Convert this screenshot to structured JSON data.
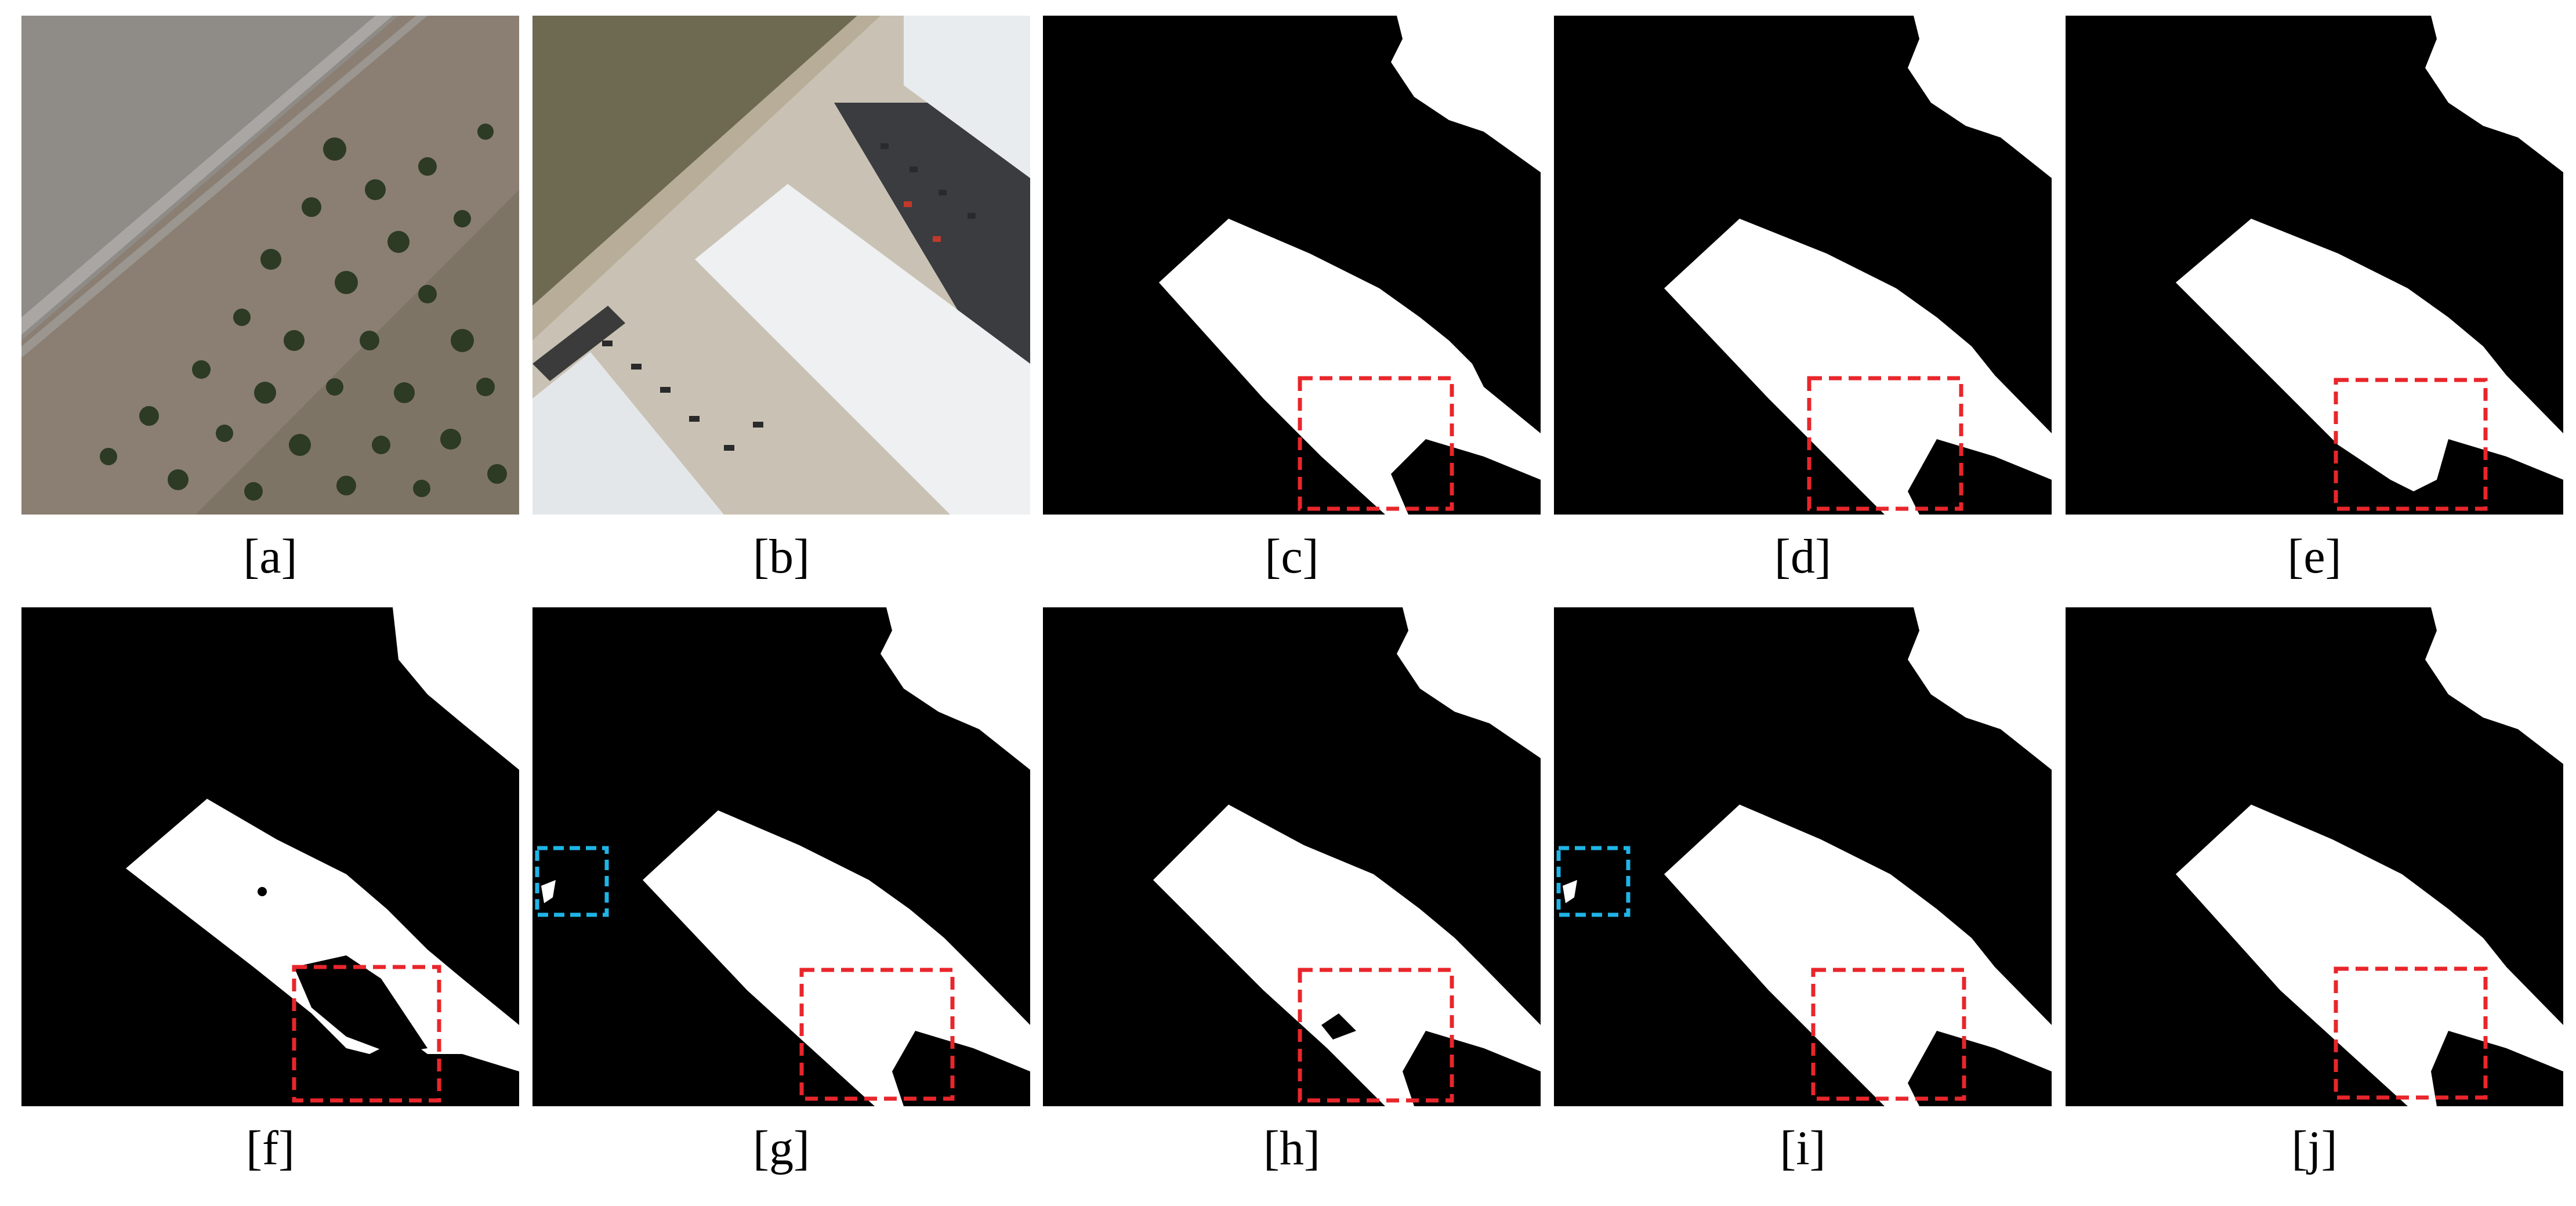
{
  "figure": {
    "panels": [
      {
        "id": "a",
        "label": "[a]",
        "kind": "satellite-image",
        "scene": "farmland-with-trees"
      },
      {
        "id": "b",
        "label": "[b]",
        "kind": "satellite-image",
        "scene": "building-and-parking-lot"
      },
      {
        "id": "c",
        "label": "[c]",
        "kind": "segmentation-mask",
        "highlight_boxes": [
          "red"
        ]
      },
      {
        "id": "d",
        "label": "[d]",
        "kind": "segmentation-mask",
        "highlight_boxes": [
          "red"
        ]
      },
      {
        "id": "e",
        "label": "[e]",
        "kind": "segmentation-mask",
        "highlight_boxes": [
          "red"
        ]
      },
      {
        "id": "f",
        "label": "[f]",
        "kind": "segmentation-mask",
        "highlight_boxes": [
          "red"
        ]
      },
      {
        "id": "g",
        "label": "[g]",
        "kind": "segmentation-mask",
        "highlight_boxes": [
          "red",
          "cyan"
        ]
      },
      {
        "id": "h",
        "label": "[h]",
        "kind": "segmentation-mask",
        "highlight_boxes": [
          "red"
        ]
      },
      {
        "id": "i",
        "label": "[i]",
        "kind": "segmentation-mask",
        "highlight_boxes": [
          "red",
          "cyan"
        ]
      },
      {
        "id": "j",
        "label": "[j]",
        "kind": "segmentation-mask",
        "highlight_boxes": [
          "red"
        ]
      }
    ]
  },
  "colors": {
    "mask_background": "#000000",
    "mask_foreground": "#ffffff",
    "highlight_red": "#e8262b",
    "highlight_cyan": "#1fb4e6"
  }
}
